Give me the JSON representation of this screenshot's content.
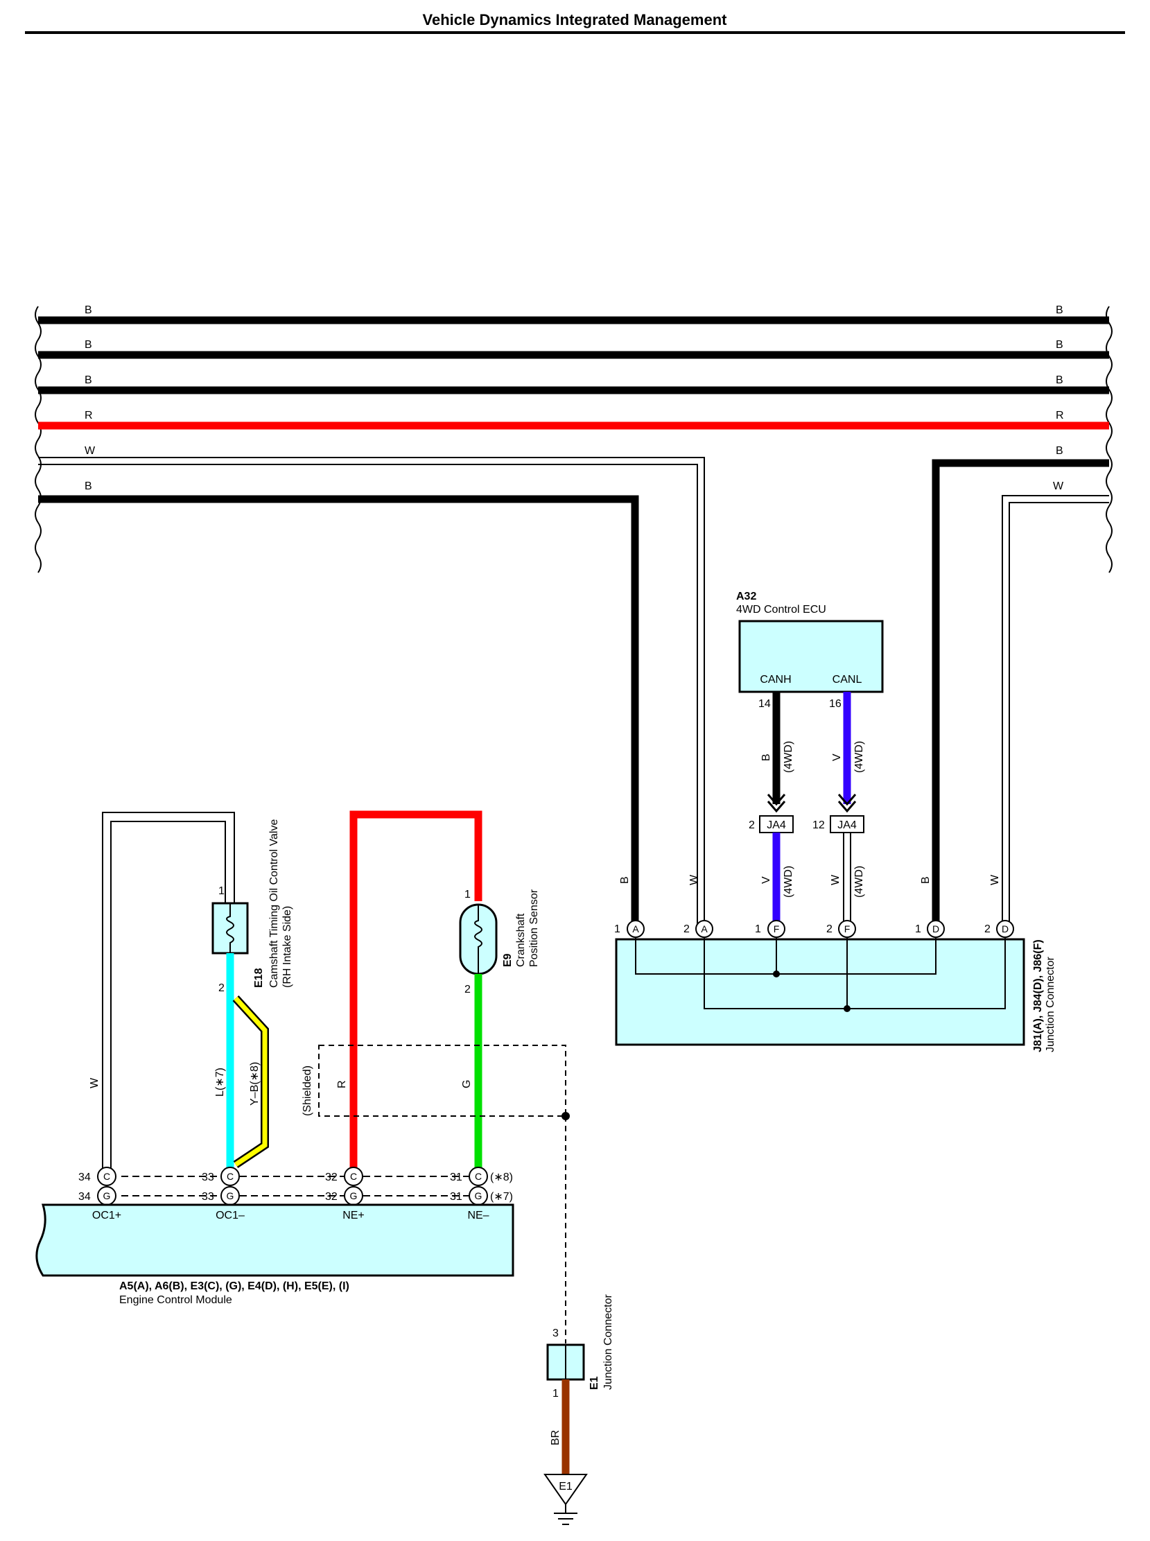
{
  "page": {
    "title": "Vehicle Dynamics Integrated Management"
  },
  "colors": {
    "black": "#000000",
    "red": "#ff0000",
    "white_wire": "#ffffff",
    "violet": "#3300ff",
    "cyan": "#00ffff",
    "yellow": "#ffff00",
    "green": "#00e000",
    "brown": "#993300",
    "component_fill": "#ccffff"
  },
  "bus_wires": {
    "left_labels": [
      "B",
      "B",
      "B",
      "R",
      "W",
      "B"
    ],
    "right_labels": [
      "B",
      "B",
      "B",
      "R",
      "B",
      "W"
    ]
  },
  "ecu_4wd": {
    "code": "A32",
    "name": "4WD Control ECU",
    "pins": [
      {
        "label": "CANH",
        "number": "14",
        "wire": "B",
        "note": "(4WD)"
      },
      {
        "label": "CANL",
        "number": "16",
        "wire": "V",
        "note": "(4WD)"
      }
    ]
  },
  "ja4": [
    {
      "pin": "2",
      "label": "JA4",
      "wire_below": "V",
      "note_below": "(4WD)"
    },
    {
      "pin": "12",
      "label": "JA4",
      "wire_below": "W",
      "note_below": "(4WD)"
    }
  ],
  "junction_connector_right": {
    "code": "J81(A), J84(D), J86(F)",
    "name": "Junction Connector",
    "pins": [
      {
        "num": "1",
        "letter": "A",
        "wire": "B"
      },
      {
        "num": "2",
        "letter": "A",
        "wire": "W"
      },
      {
        "num": "1",
        "letter": "F",
        "wire": "V"
      },
      {
        "num": "2",
        "letter": "F",
        "wire": "W"
      },
      {
        "num": "1",
        "letter": "D",
        "wire": "B"
      },
      {
        "num": "2",
        "letter": "D",
        "wire": "W"
      }
    ]
  },
  "camshaft_valve": {
    "code": "E18",
    "name_line1": "Camshaft Timing Oil Control Valve",
    "name_line2": "(RH Intake Side)",
    "pin_top": "1",
    "pin_bottom": "2",
    "wire_label_1": "L(∗7)",
    "wire_label_2": "Y–B(∗8)"
  },
  "crank_sensor": {
    "code": "E9",
    "name_line1": "Crankshaft",
    "name_line2": "Position Sensor",
    "pin_top": "1",
    "pin_bottom": "2"
  },
  "wires_left": {
    "w": "W",
    "r": "R",
    "g": "G",
    "shielded": "(Shielded)"
  },
  "ecm": {
    "code": "A5(A), A6(B), E3(C), (G), E4(D), (H), E5(E), (I)",
    "name": "Engine Control Module",
    "terminals": [
      {
        "num_top": "34",
        "num_bottom": "34",
        "label": "OC1+"
      },
      {
        "num_top": "33",
        "num_bottom": "33",
        "label": "OC1–"
      },
      {
        "num_top": "32",
        "num_bottom": "32",
        "label": "NE+"
      },
      {
        "num_top": "31",
        "num_bottom": "31",
        "label": "NE–"
      }
    ],
    "conn_top": "C",
    "conn_bottom": "G",
    "note_top": "(∗8)",
    "note_bottom": "(∗7)"
  },
  "junction_e1": {
    "code": "E1",
    "name": "Junction Connector",
    "pin_top": "3",
    "pin_bottom": "1",
    "wire": "BR"
  },
  "ground": {
    "label": "E1"
  }
}
